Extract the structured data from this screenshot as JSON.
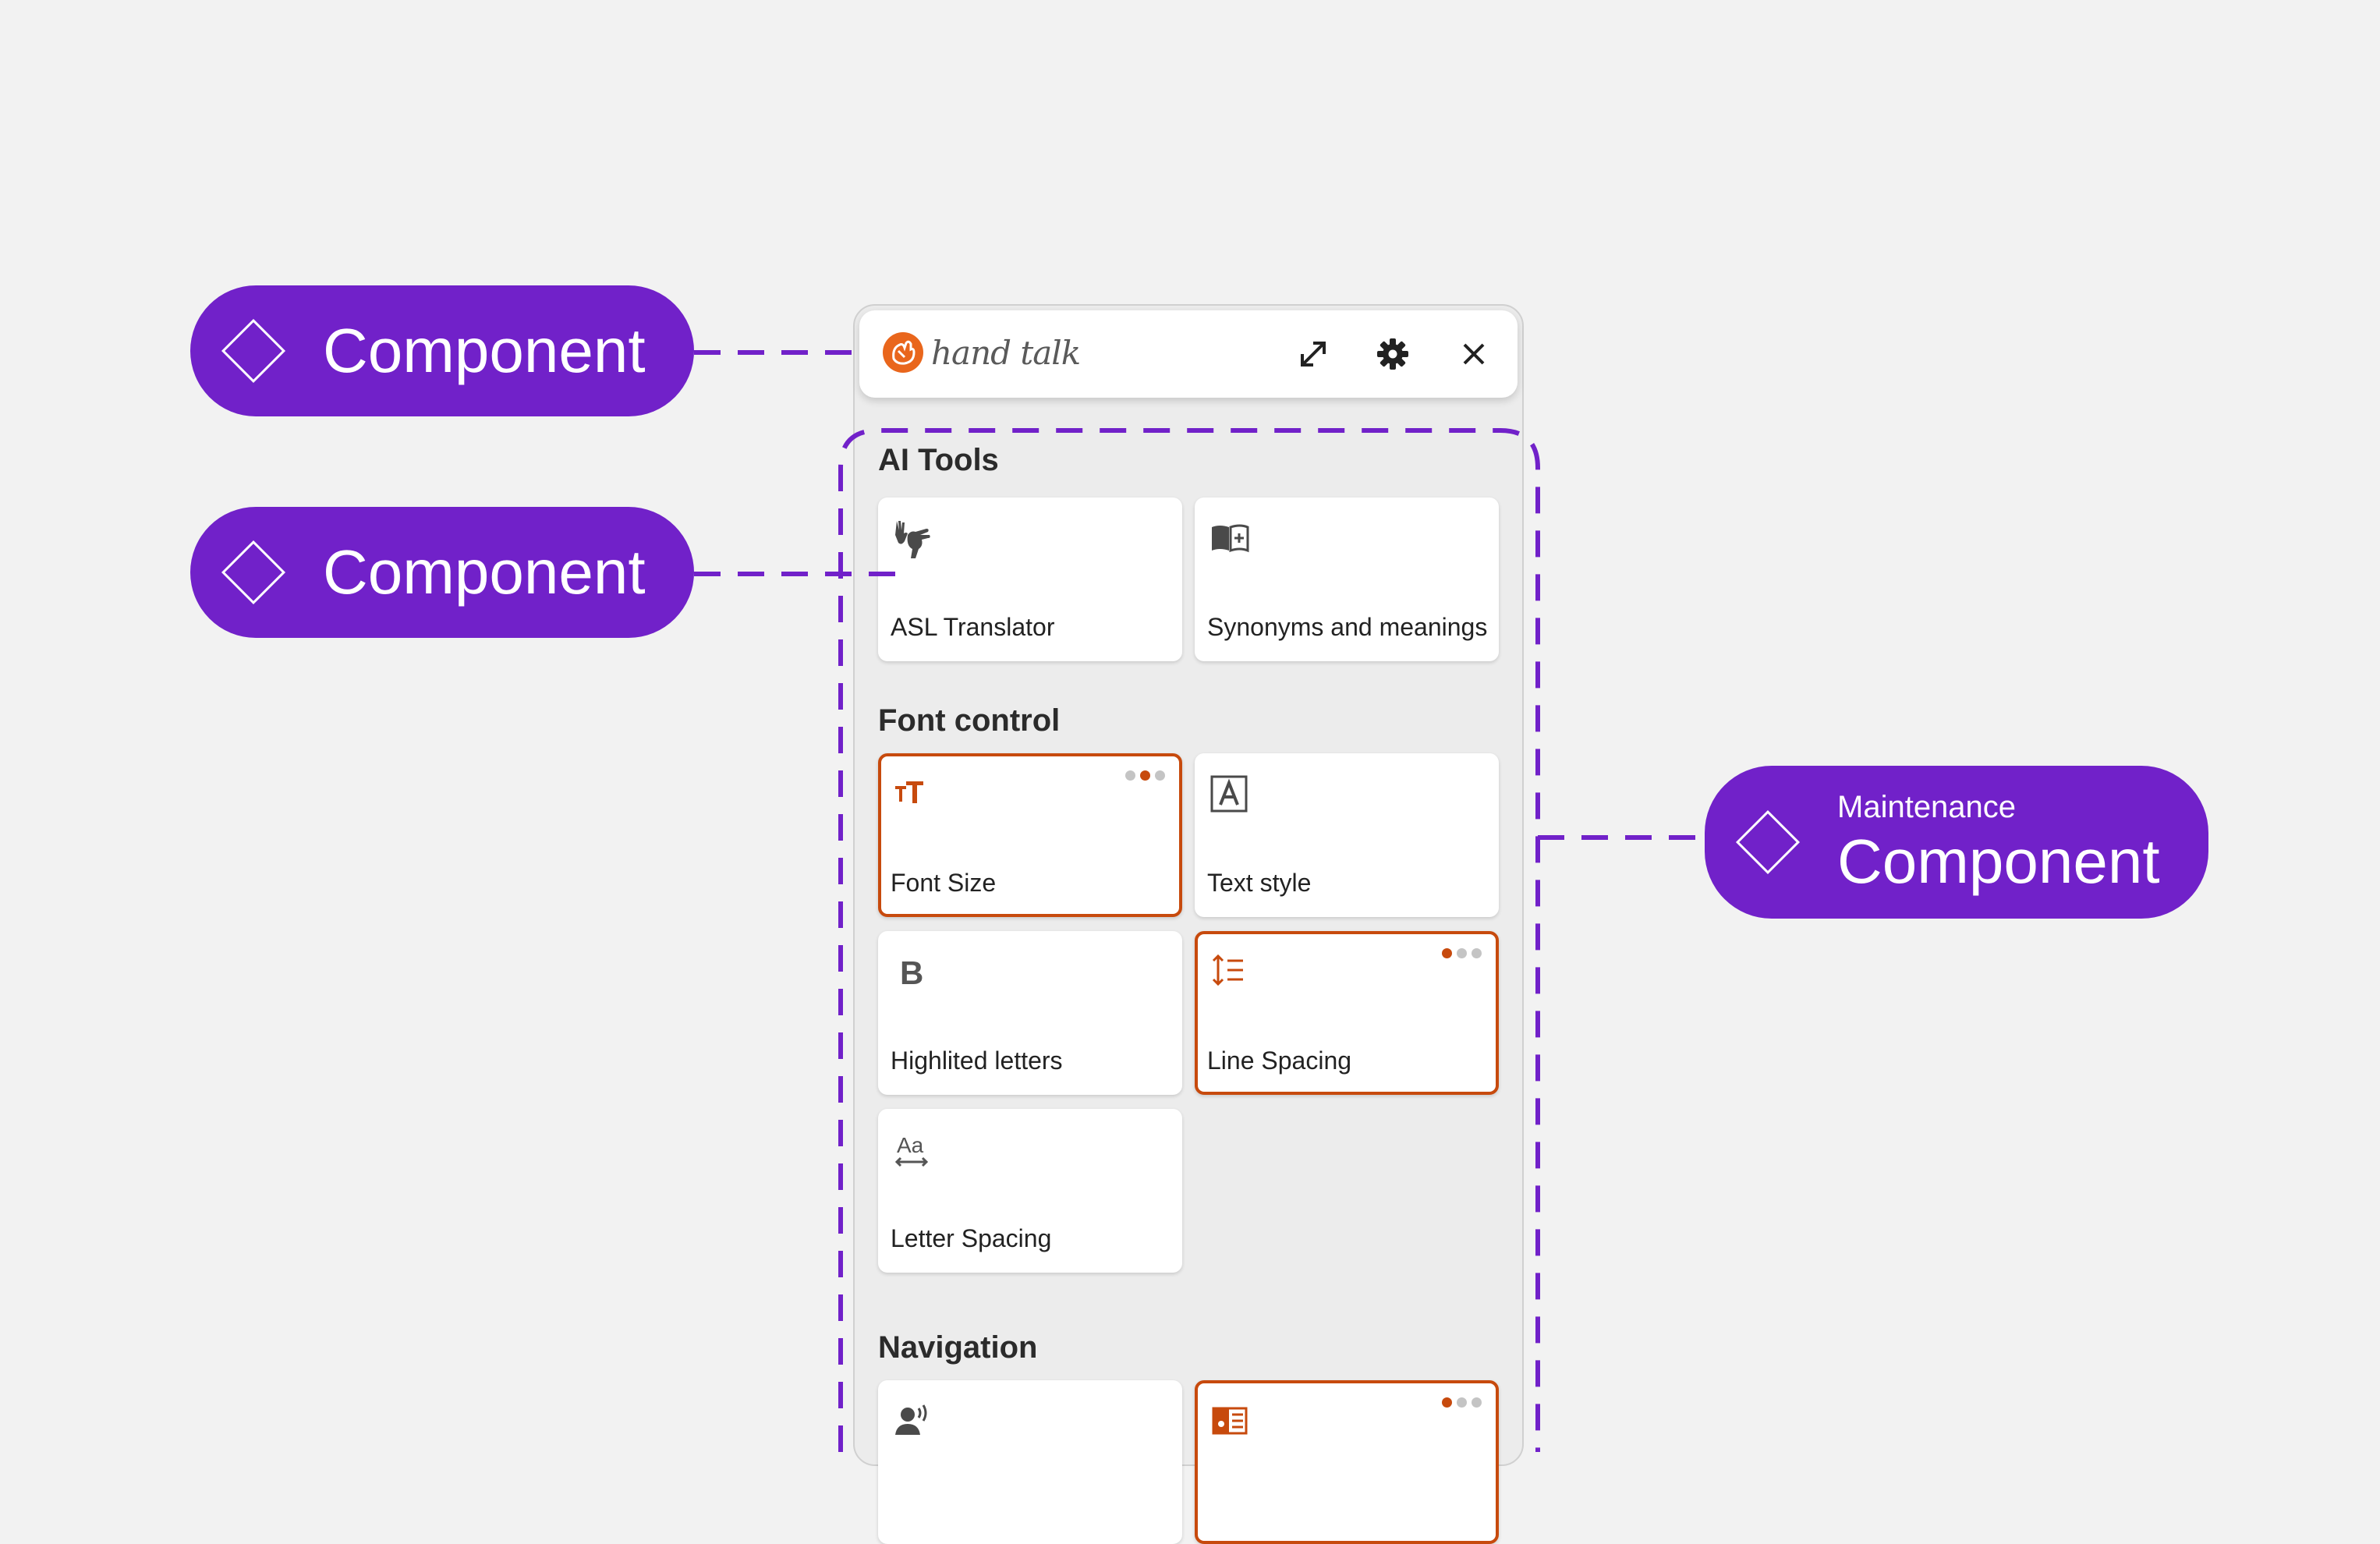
{
  "annotations": [
    {
      "label": "Component"
    },
    {
      "label": "Component"
    },
    {
      "sublabel": "Maintenance",
      "label": "Component"
    }
  ],
  "header": {
    "logo_text": "hand talk",
    "brand_color": "#e9661c",
    "actions": [
      "expand-icon",
      "gear-icon",
      "close-icon"
    ]
  },
  "sections": [
    {
      "title": "AI Tools",
      "cards": [
        {
          "label": "ASL Translator",
          "icon": "sign-hands-icon",
          "active": false
        },
        {
          "label": "Synonyms and meanings",
          "icon": "book-icon",
          "active": false
        }
      ]
    },
    {
      "title": "Font control",
      "cards": [
        {
          "label": "Font Size",
          "icon": "font-size-icon",
          "active": true,
          "level": "2 of 3"
        },
        {
          "label": "Text style",
          "icon": "text-style-icon",
          "active": false
        },
        {
          "label": "Highlited letters",
          "icon": "bold-icon",
          "active": false
        },
        {
          "label": "Line Spacing",
          "icon": "line-spacing-icon",
          "active": true,
          "level": "1 of 3"
        },
        {
          "label": "Letter Spacing",
          "icon": "letter-spacing-icon",
          "active": false
        }
      ]
    },
    {
      "title": "Navigation",
      "cards": [
        {
          "label": "",
          "icon": "voice-user-icon",
          "active": false
        },
        {
          "label": "",
          "icon": "reading-mode-icon",
          "active": true,
          "level": "1 of 3"
        }
      ]
    }
  ],
  "colors": {
    "accent": "#7121c9",
    "active_border": "#c74a0d"
  }
}
